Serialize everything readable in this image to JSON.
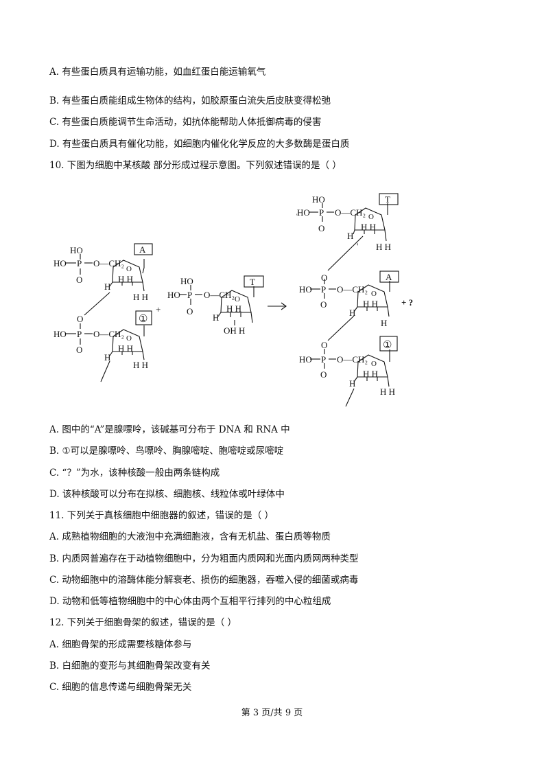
{
  "lines": [
    "A. 有些蛋白质具有运输功能，如血红蛋白能运输氧气",
    "B. 有些蛋白质能组成生物体的结构，如胶原蛋白流失后皮肤变得松弛",
    "C. 有些蛋白质能调节生命活动，如抗体能帮助人体抵御病毒的侵害",
    "D. 有些蛋白质具有催化功能，如细胞内催化化学反应的大多数酶是蛋白质",
    "10. 下图为细胞中某核酸   部分形成过程示意图。下列叙述错误的是（      ）",
    "A. 图中的“A”是腺嘌呤，该碱基可分布于 DNA 和 RNA 中",
    "B. ①可以是腺嘌呤、鸟嘌呤、胸腺嘧啶、胞嘧啶或尿嘧啶",
    "C. “？”为水，该种核酸一般由两条链构成",
    "D. 该种核酸可以分布在拟核、细胞核、线粒体或叶绿体中",
    "11. 下列关于真核细胞中细胞器的叙述，错误的是（      ）",
    "A. 成熟植物细胞的大液泡中充满细胞液，含有无机盐、蛋白质等物质",
    "B. 内质网普遍存在于动植物细胞中，分为粗面内质网和光面内质网两种类型",
    "C. 动物细胞中的溶酶体能分解衰老、损伤的细胞器，吞噬入侵的细菌或病毒",
    "D. 动物和低等植物细胞中的中心体由两个互相平行排列的中心粒组成",
    "12. 下列关于细胞骨架的叙述，错误的是（      ）",
    "A. 细胞骨架的形成需要核糖体参与",
    "B. 白细胞的变形与其细胞骨架改变有关",
    "C. 细胞的信息传递与细胞骨架无关"
  ],
  "diagram": {
    "ho": "HO",
    "p": "P",
    "o": "O",
    "ch2": "O—CH₂",
    "h": "H",
    "hh": "H H",
    "ohh": "OH H",
    "base_a": "A",
    "base_t": "T",
    "base_1": "①",
    "plus": "+",
    "plus_q": "+ ?",
    "tick": "'"
  },
  "footer": "第 3 页/共 9 页"
}
